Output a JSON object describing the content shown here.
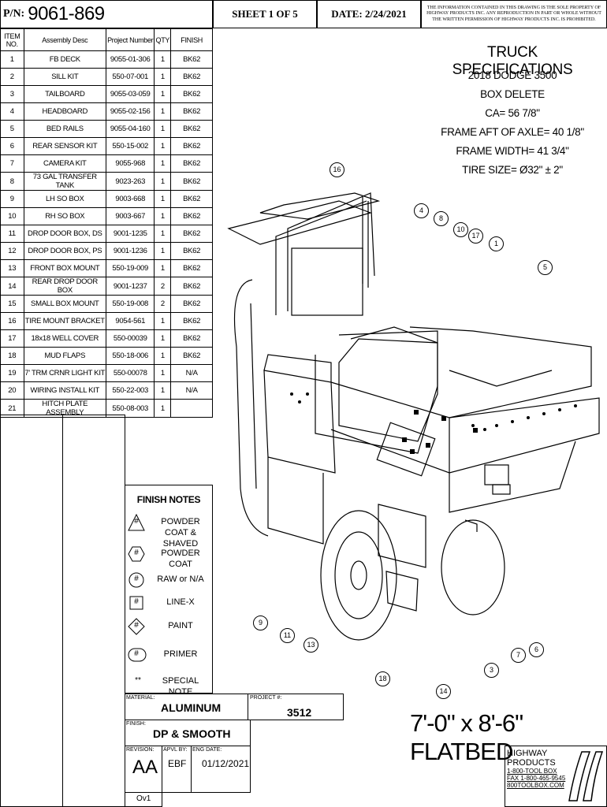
{
  "header": {
    "pn_label": "P/N:",
    "pn_value": "9061-869",
    "sheet": "SHEET 1 OF 5",
    "date": "DATE: 2/24/2021",
    "notice": "THE INFORMATION CONTAINED IN THIS DRAWING IS THE SOLE PROPERTY OF HIGHWAY PRODUCTS INC. ANY REPRODUCTION IN PART OR WHOLE WITHOUT THE WRITTEN PERMISSION OF HIGHWAY PRODUCTS INC. IS PROHIBITED."
  },
  "bom": {
    "headers": {
      "item": "ITEM NO.",
      "desc": "Assembly Desc",
      "project": "Project Number",
      "qty": "QTY",
      "finish": "FINISH"
    },
    "rows": [
      {
        "item": "1",
        "desc": "FB DECK",
        "project": "9055-01-306",
        "qty": "1",
        "finish": "BK62"
      },
      {
        "item": "2",
        "desc": "SILL KIT",
        "project": "550-07-001",
        "qty": "1",
        "finish": "BK62"
      },
      {
        "item": "3",
        "desc": "TAILBOARD",
        "project": "9055-03-059",
        "qty": "1",
        "finish": "BK62"
      },
      {
        "item": "4",
        "desc": "HEADBOARD",
        "project": "9055-02-156",
        "qty": "1",
        "finish": "BK62"
      },
      {
        "item": "5",
        "desc": "BED RAILS",
        "project": "9055-04-160",
        "qty": "1",
        "finish": "BK62"
      },
      {
        "item": "6",
        "desc": "REAR SENSOR KIT",
        "project": "550-15-002",
        "qty": "1",
        "finish": "BK62"
      },
      {
        "item": "7",
        "desc": "CAMERA KIT",
        "project": "9055-968",
        "qty": "1",
        "finish": "BK62"
      },
      {
        "item": "8",
        "desc": "73 GAL TRANSFER TANK",
        "project": "9023-263",
        "qty": "1",
        "finish": "BK62"
      },
      {
        "item": "9",
        "desc": "LH SO BOX",
        "project": "9003-668",
        "qty": "1",
        "finish": "BK62"
      },
      {
        "item": "10",
        "desc": "RH SO BOX",
        "project": "9003-667",
        "qty": "1",
        "finish": "BK62"
      },
      {
        "item": "11",
        "desc": "DROP DOOR BOX, DS",
        "project": "9001-1235",
        "qty": "1",
        "finish": "BK62"
      },
      {
        "item": "12",
        "desc": "DROP DOOR BOX, PS",
        "project": "9001-1236",
        "qty": "1",
        "finish": "BK62"
      },
      {
        "item": "13",
        "desc": "FRONT BOX MOUNT",
        "project": "550-19-009",
        "qty": "1",
        "finish": "BK62"
      },
      {
        "item": "14",
        "desc": "REAR DROP DOOR BOX",
        "project": "9001-1237",
        "qty": "2",
        "finish": "BK62"
      },
      {
        "item": "15",
        "desc": "SMALL BOX MOUNT",
        "project": "550-19-008",
        "qty": "2",
        "finish": "BK62"
      },
      {
        "item": "16",
        "desc": "TIRE MOUNT BRACKET",
        "project": "9054-561",
        "qty": "1",
        "finish": "BK62"
      },
      {
        "item": "17",
        "desc": "18x18 WELL COVER",
        "project": "550-00039",
        "qty": "1",
        "finish": "BK62"
      },
      {
        "item": "18",
        "desc": "MUD FLAPS",
        "project": "550-18-006",
        "qty": "1",
        "finish": "BK62"
      },
      {
        "item": "19",
        "desc": "7' TRM CRNR LIGHT KIT",
        "project": "550-00078",
        "qty": "1",
        "finish": "N/A"
      },
      {
        "item": "20",
        "desc": "WIRING INSTALL KIT",
        "project": "550-22-003",
        "qty": "1",
        "finish": "N/A"
      },
      {
        "item": "21",
        "desc": "HITCH PLATE ASSEMBLY",
        "project": "550-08-003",
        "qty": "1",
        "finish": ""
      }
    ]
  },
  "specs": {
    "title": "TRUCK SPECIFICATIONS",
    "lines": [
      "2018 DODGE 3500",
      "BOX DELETE",
      "CA=  56 7/8\"",
      "FRAME AFT OF AXLE= 40 1/8\"",
      "FRAME WIDTH= 41 3/4\"",
      "TIRE SIZE= Ø32\"  ± 2\""
    ]
  },
  "finish_notes": {
    "title": "FINISH NOTES",
    "items": [
      {
        "symbol": "#",
        "label": "POWDER COAT & SHAVED",
        "shape": "triangle"
      },
      {
        "symbol": "#",
        "label": "POWDER COAT",
        "shape": "hexagon"
      },
      {
        "symbol": "#",
        "label": "RAW or N/A",
        "shape": "circle"
      },
      {
        "symbol": "#",
        "label": "LINE-X",
        "shape": "square"
      },
      {
        "symbol": "#",
        "label": "PAINT",
        "shape": "diamond"
      },
      {
        "symbol": "#",
        "label": "PRIMER",
        "shape": "rounded"
      },
      {
        "symbol": "**",
        "label": "SPECIAL NOTE",
        "shape": "none"
      }
    ]
  },
  "title_block": {
    "material_label": "MATERIAL:",
    "material": "ALUMINUM",
    "project_label": "PROJECT #:",
    "project": "3512",
    "finish_label": "FINISH:",
    "finish": "DP & SMOOTH",
    "product": "7'-0\" x 8'-6\"  FLATBED",
    "revision_label": "REVISION:",
    "revision": "AA",
    "revision_sub": "Ov1",
    "apvl_label": "APVL BY:",
    "apvl": "EBF",
    "eng_label": "ENG DATE:",
    "eng_date": "01/12/2021",
    "company_lines": [
      "HIGHWAY",
      "PRODUCTS",
      "1-800-TOOL BOX",
      "FAX 1-800-465-9545",
      "800TOOLBOX.COM"
    ]
  },
  "callouts": [
    "16",
    "4",
    "8",
    "10",
    "17",
    "1",
    "5",
    "9",
    "11",
    "13",
    "18",
    "14",
    "3",
    "7",
    "6"
  ]
}
